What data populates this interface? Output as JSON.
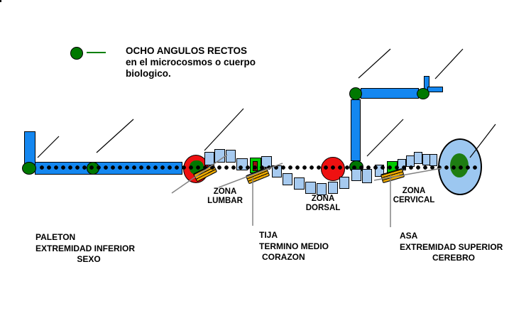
{
  "legend": {
    "title": "OCHO ANGULOS RECTOS",
    "line2": "en el microcosmos o cuerpo",
    "line3": "biologico."
  },
  "zone_labels": {
    "lumbar": {
      "l1": "ZONA",
      "l2": "LUMBAR"
    },
    "dorsal": {
      "l1": "ZONA",
      "l2": "DORSAL"
    },
    "cervical": {
      "l1": "ZONA",
      "l2": "CERVICAL"
    }
  },
  "captions": {
    "paleton": {
      "l1": "PALETON",
      "l2": "EXTREMIDAD INFERIOR",
      "l3": "SEXO"
    },
    "tija": {
      "l1": "TIJA",
      "l2": "TERMINO MEDIO",
      "l3": "CORAZON"
    },
    "asa": {
      "l1": "ASA",
      "l2": "EXTREMIDAD SUPERIOR",
      "l3": "CEREBRO"
    }
  },
  "colors": {
    "bar_blue": "#1487f0",
    "vertebra_blue": "#a6caf0",
    "head_blue": "#9cc7f0",
    "dark_green": "#007800",
    "bright_green": "#00cc00",
    "red": "#ee1111",
    "gold": "#eeaa00",
    "glyph_red": "#991111",
    "gray": "#828282",
    "black": "#000000"
  },
  "diagram": {
    "bars": [
      [
        34,
        185,
        14,
        46
      ],
      [
        49,
        228,
        206,
        16
      ],
      [
        494,
        140,
        12,
        85
      ],
      [
        508,
        124,
        80,
        13
      ],
      [
        597,
        107,
        6,
        19
      ],
      [
        602,
        122,
        20,
        6
      ]
    ],
    "green_dots": [
      [
        40,
        236,
        9,
        8
      ],
      [
        130,
        236,
        8,
        8
      ],
      [
        500,
        131,
        8,
        8
      ],
      [
        595,
        131,
        8,
        7
      ],
      [
        501,
        234,
        9,
        8
      ]
    ],
    "red_circles": [
      [
        275,
        237,
        17,
        19
      ],
      [
        468,
        237,
        16,
        16
      ]
    ],
    "red1_inner": [
      277,
      236,
      10,
      10
    ],
    "vertebrae": [
      [
        288,
        214,
        12,
        17
      ],
      [
        302,
        210,
        13,
        17
      ],
      [
        318,
        211,
        12,
        16
      ],
      [
        333,
        223,
        14,
        15
      ],
      [
        368,
        220,
        13,
        14
      ],
      [
        383,
        233,
        12,
        15
      ],
      [
        398,
        244,
        12,
        15
      ],
      [
        414,
        250,
        13,
        15
      ],
      [
        430,
        256,
        13,
        15
      ],
      [
        446,
        258,
        12,
        15
      ],
      [
        462,
        256,
        12,
        15
      ],
      [
        478,
        249,
        12,
        15
      ],
      [
        495,
        238,
        12,
        15
      ],
      [
        510,
        238,
        12,
        18
      ],
      [
        528,
        232,
        11,
        15
      ],
      [
        560,
        224,
        10,
        14
      ],
      [
        572,
        219,
        10,
        14
      ],
      [
        583,
        214,
        10,
        15
      ],
      [
        595,
        217,
        9,
        14
      ],
      [
        605,
        217,
        9,
        15
      ]
    ],
    "green_squares": [
      [
        352,
        222,
        14,
        20
      ],
      [
        545,
        227,
        13,
        16
      ]
    ],
    "tija_glyph": [
      356,
      227,
      5,
      12
    ],
    "couplers": [
      [
        288,
        243,
        -27
      ],
      [
        362,
        247,
        -22
      ],
      [
        552,
        247,
        -16
      ]
    ],
    "pointer_lines": [
      [
        53,
        222,
        83,
        192
      ],
      [
        136,
        215,
        188,
        168
      ],
      [
        288,
        212,
        343,
        153
      ],
      [
        505,
        110,
        550,
        69
      ],
      [
        613,
        111,
        652,
        69
      ],
      [
        517,
        220,
        568,
        168
      ],
      [
        662,
        222,
        698,
        175
      ]
    ],
    "gray_lines": [
      [
        242,
        272,
        320,
        218
      ],
      [
        308,
        264,
        398,
        230
      ],
      [
        527,
        254,
        622,
        237
      ]
    ],
    "leader_lines": [
      [
        356,
        250,
        356,
        318
      ],
      [
        550,
        247,
        550,
        320
      ]
    ]
  }
}
